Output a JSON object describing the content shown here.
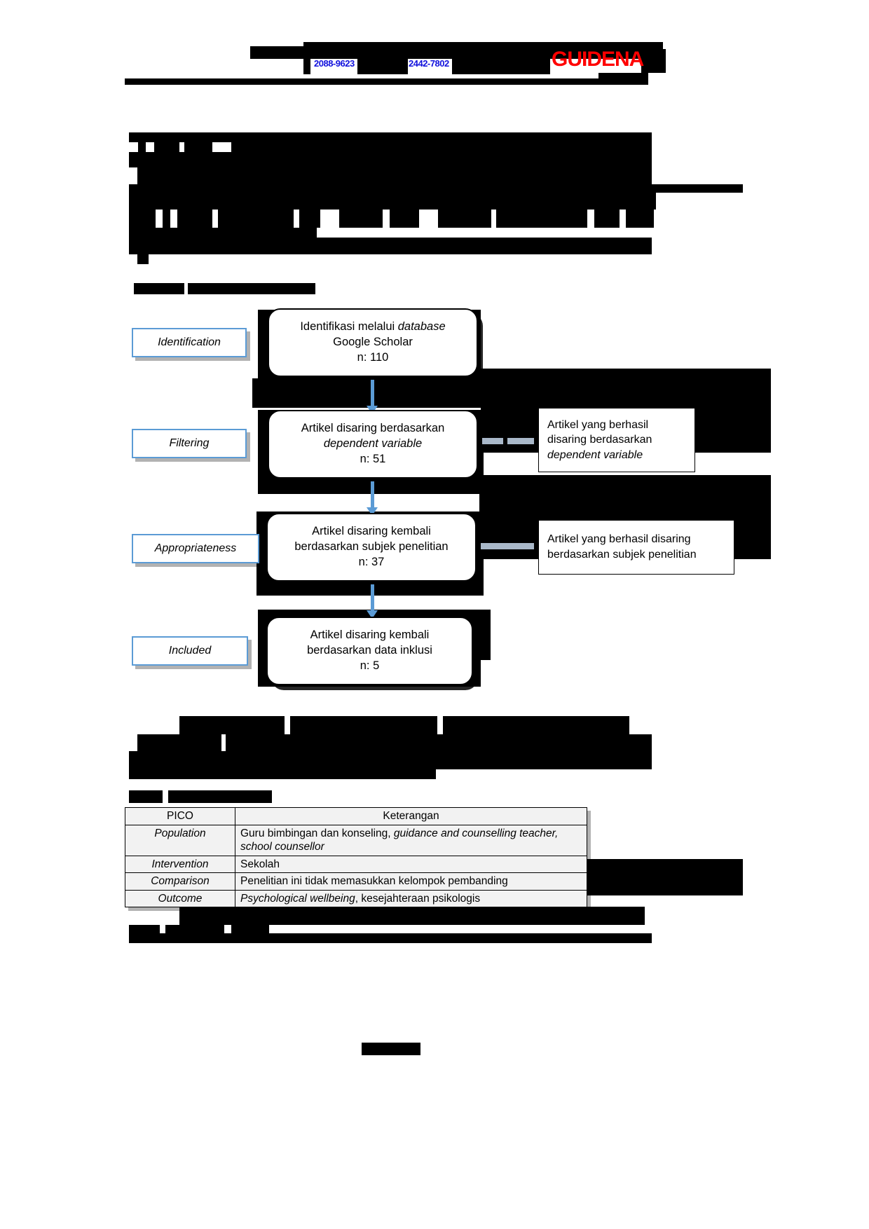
{
  "header": {
    "journal_logo": "GUIDENA",
    "issn_left": "2088-9623",
    "issn_right": "2442-7802"
  },
  "flowchart": {
    "caption_hidden": true,
    "stages": [
      {
        "label": "Identification",
        "box_lines": [
          "Identifikasi melalui ",
          "database",
          "Google Scholar",
          "n: 110"
        ],
        "box_line1_plain": "Identifikasi melalui ",
        "box_line1_italic": "database",
        "box_line2": "Google Scholar",
        "box_count": "n: 110",
        "side_box": null
      },
      {
        "label": "Filtering",
        "box_line1_plain": "Artikel disaring berdasarkan",
        "box_line1_italic": "",
        "box_line2_italic": "dependent variable",
        "box_count": "n: 51",
        "side_box": {
          "line1": "Artikel yang berhasil",
          "line2": "disaring berdasarkan",
          "line3_italic": "dependent variable"
        }
      },
      {
        "label": "Appropriateness",
        "box_line1_plain": "Artikel disaring kembali",
        "box_line2": "berdasarkan subjek penelitian",
        "box_count": "n: 37",
        "side_box": {
          "line1": "Artikel yang berhasil disaring",
          "line2": "berdasarkan subjek penelitian"
        }
      },
      {
        "label": "Included",
        "box_line1_plain": "Artikel disaring kembali",
        "box_line2": "berdasarkan data inklusi",
        "box_count": "n: 5",
        "side_box": null
      }
    ]
  },
  "pico_table": {
    "headers": [
      "PICO",
      "Keterangan"
    ],
    "rows": [
      {
        "key": "Population",
        "value_plain_1": "Guru bimbingan dan konseling, ",
        "value_italic_1": "guidance and counselling teacher, school counsellor",
        "value_plain_2": ""
      },
      {
        "key": "Intervention",
        "value_plain_1": "Sekolah",
        "value_italic_1": "",
        "value_plain_2": ""
      },
      {
        "key": "Comparison",
        "value_plain_1": "Penelitian ini tidak memasukkan kelompok pembanding",
        "value_italic_1": "",
        "value_plain_2": ""
      },
      {
        "key": "Outcome",
        "value_plain_1": "",
        "value_italic_1": "Psychological wellbeing",
        "value_plain_2": ", kesejahteraan psikologis"
      }
    ]
  }
}
